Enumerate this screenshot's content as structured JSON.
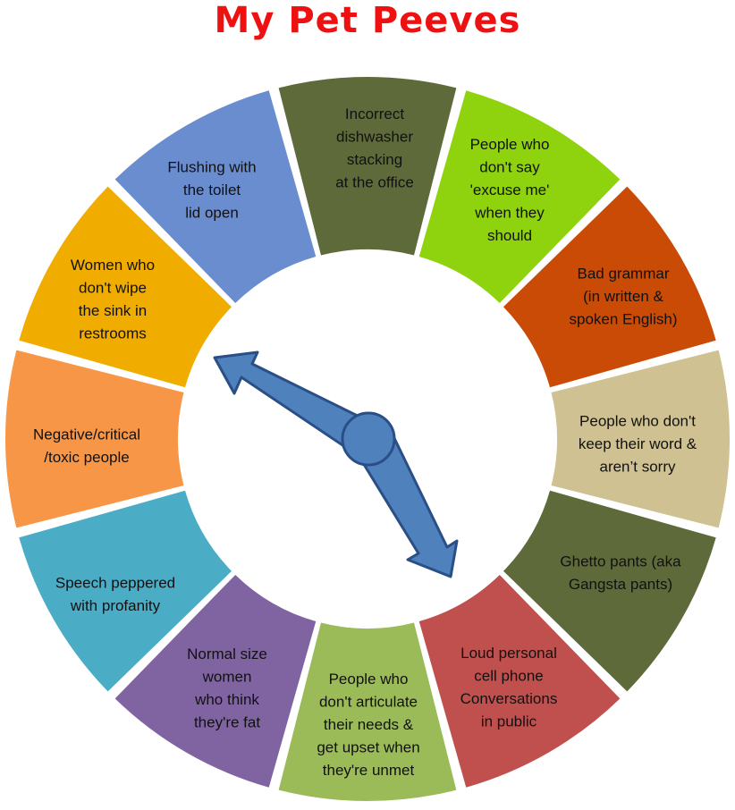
{
  "title": "My Pet Peeves",
  "segments": [
    {
      "lines": [
        "Incorrect",
        "dishwasher",
        "stacking",
        "at the office"
      ],
      "color": "#5f6a3a"
    },
    {
      "lines": [
        "People who",
        "don't say",
        "'excuse me'",
        "when they",
        "should"
      ],
      "color": "#8fd30e"
    },
    {
      "lines": [
        "Bad grammar",
        "(in written &",
        "spoken English)"
      ],
      "color": "#c94b06"
    },
    {
      "lines": [
        "People who don't",
        "keep their word &",
        "aren’t sorry"
      ],
      "color": "#cfc191"
    },
    {
      "lines": [
        "Ghetto pants (aka",
        "Gangsta pants)"
      ],
      "color": "#5f6a3a"
    },
    {
      "lines": [
        "Loud personal",
        "cell phone",
        "Conversations",
        "in public"
      ],
      "color": "#c0504d"
    },
    {
      "lines": [
        "People who",
        "don't articulate",
        "their needs &",
        "get upset when",
        "they're unmet"
      ],
      "color": "#9bbb59"
    },
    {
      "lines": [
        "Normal size",
        "women",
        "who think",
        "they're  fat"
      ],
      "color": "#8064a2"
    },
    {
      "lines": [
        "Speech peppered",
        "with profanity"
      ],
      "color": "#4bacc6"
    },
    {
      "lines": [
        "Negative/critical",
        "/toxic people"
      ],
      "color": "#f79646"
    },
    {
      "lines": [
        "Women who",
        "don't wipe",
        "the sink in",
        "restrooms"
      ],
      "color": "#f0ad00"
    },
    {
      "lines": [
        "Flushing with",
        "the toilet",
        "lid open"
      ],
      "color": "#6a8dcf"
    }
  ],
  "clock": {
    "hand_color": "#4f81bd",
    "hand_stroke": "#2a4f86"
  }
}
